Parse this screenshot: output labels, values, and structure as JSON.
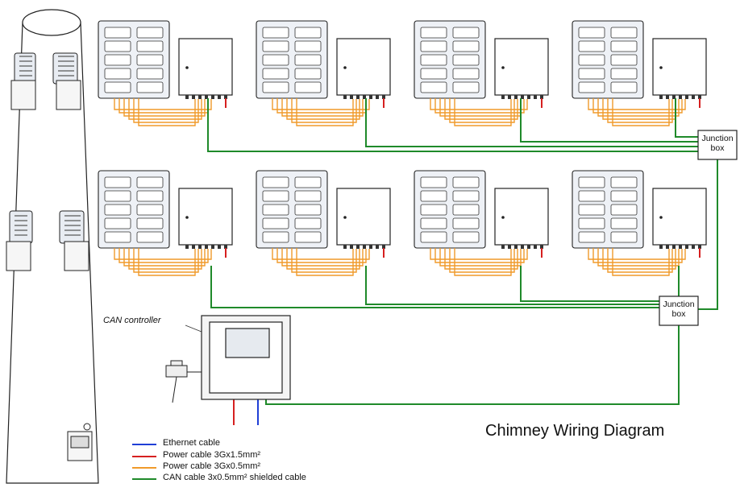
{
  "title": "Chimney Wiring Diagram",
  "can_controller_label": "CAN controller",
  "junction_box_label_line1": "Junction",
  "junction_box_label_line2": "box",
  "legend": [
    {
      "label": "Ethernet cable",
      "color": "#1f3fd6"
    },
    {
      "label": "Power cable 3Gx1.5mm²",
      "color": "#d62020"
    },
    {
      "label": "Power cable 3Gx0.5mm²",
      "color": "#f09a2a"
    },
    {
      "label": "CAN cable 3x0.5mm² shielded cable",
      "color": "#1f8a2a"
    }
  ],
  "colors": {
    "can_cable": "#1f8a2a",
    "power_small": "#f09a2a",
    "power_large": "#d62020",
    "ethernet": "#1f3fd6",
    "module_fill": "#eef1f6",
    "module_stroke": "#222222"
  }
}
